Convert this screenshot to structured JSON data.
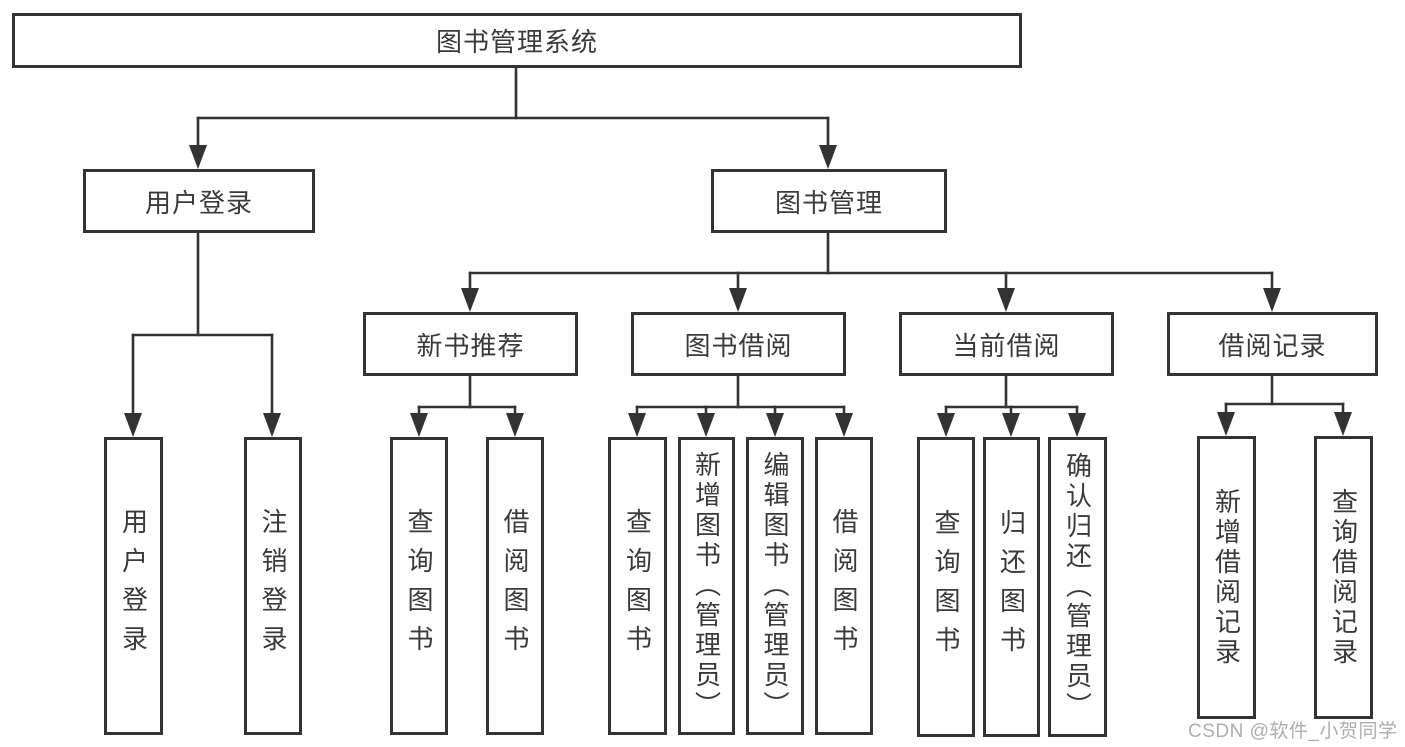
{
  "nodes": {
    "root": "图书管理系统",
    "level2": {
      "user_login": "用户登录",
      "book_mgmt": "图书管理"
    },
    "level3": {
      "new_book_rec": "新书推荐",
      "book_borrow": "图书借阅",
      "current_borrow": "当前借阅",
      "borrow_record": "借阅记录"
    },
    "leaves": {
      "user_login": "用户登录",
      "logout": "注销登录",
      "rec_query_book": "查询图书",
      "rec_borrow_book": "借阅图书",
      "bb_query_book": "查询图书",
      "bb_add_book": "新增图书（管理员）",
      "bb_edit_book": "编辑图书（管理员）",
      "bb_borrow_book": "借阅图书",
      "cb_query_book": "查询图书",
      "cb_return_book": "归还图书",
      "cb_confirm_return": "确认归还（管理员）",
      "br_add_record": "新增借阅记录",
      "br_query_record": "查询借阅记录"
    }
  },
  "watermark": {
    "text": "CSDN @软件_小贺同学"
  },
  "colors": {
    "line": "#333333",
    "text": "#3a3a3a",
    "box_bg": "#ffffff",
    "watermark": "#a0a0a0"
  }
}
